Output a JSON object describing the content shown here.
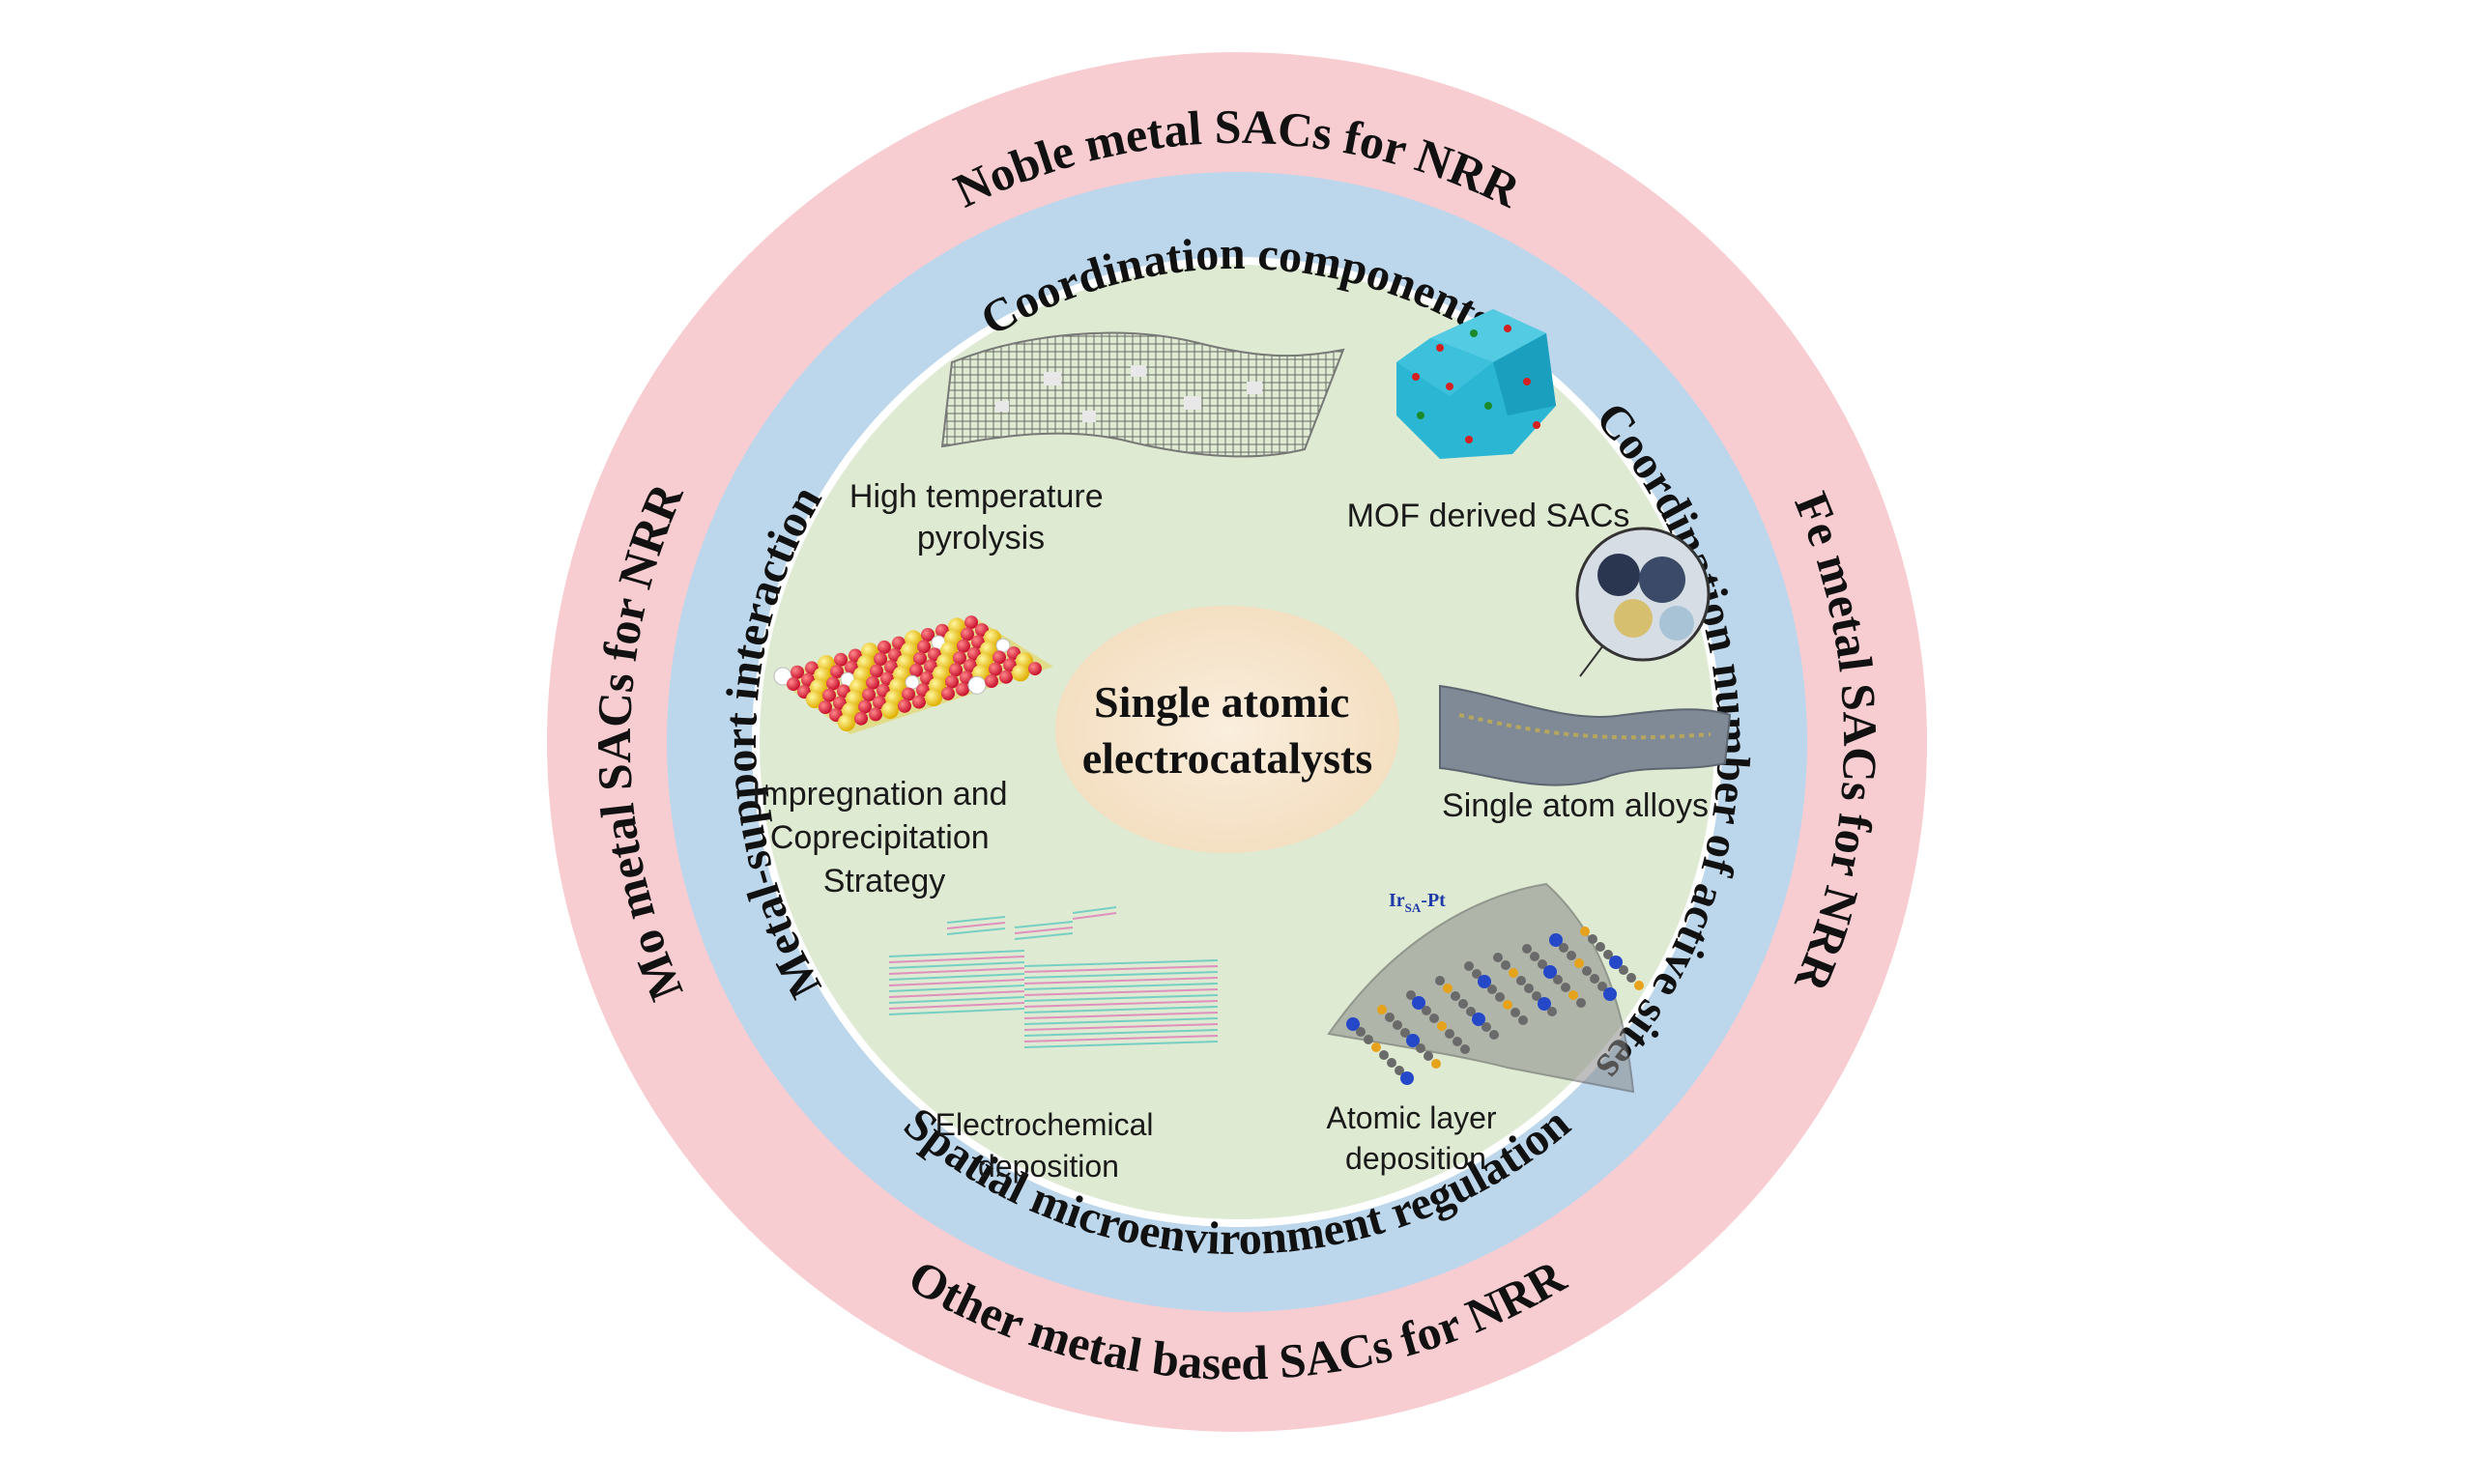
{
  "center": {
    "lines": [
      "Single atomic",
      "electrocatalysts"
    ]
  },
  "outer_ring": {
    "top": "Noble metal SACs for NRR",
    "right": "Fe metal SACs for NRR",
    "bottom": "Other metal based SACs for NRR",
    "left": "Mo metal SACs for NRR"
  },
  "middle_ring": {
    "top": "Coordination components",
    "right": "Coordination number of active sites",
    "bottom": "Spatial microenvironment regulation",
    "left": "Metal-support interaction"
  },
  "methods": {
    "pyrolysis": [
      "High temperature",
      "pyrolysis"
    ],
    "mof": [
      "MOF derived SACs"
    ],
    "impregnation": [
      "Impregnation and",
      "Coprecipitation",
      "Strategy"
    ],
    "alloys": [
      "Single atom alloys"
    ],
    "electrochemical": [
      "Electrochemical",
      "deposition"
    ],
    "ald": [
      "Atomic layer",
      "deposition"
    ]
  },
  "annotations": {
    "ir_pt": "Ir",
    "ir_pt_sub": "SA",
    "ir_pt_suffix": "-Pt"
  },
  "colors": {
    "outer_ring": "#f8cdd1",
    "middle_ring": "#bcd6ec",
    "inner_disk": "#dfead2",
    "center_ellipse": "#f7e3c8"
  }
}
